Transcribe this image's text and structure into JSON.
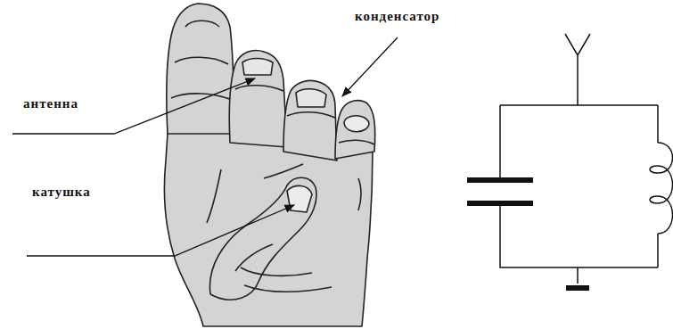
{
  "diagram": {
    "labels": [
      "антенна",
      "катушка",
      "конденсатор"
    ]
  }
}
